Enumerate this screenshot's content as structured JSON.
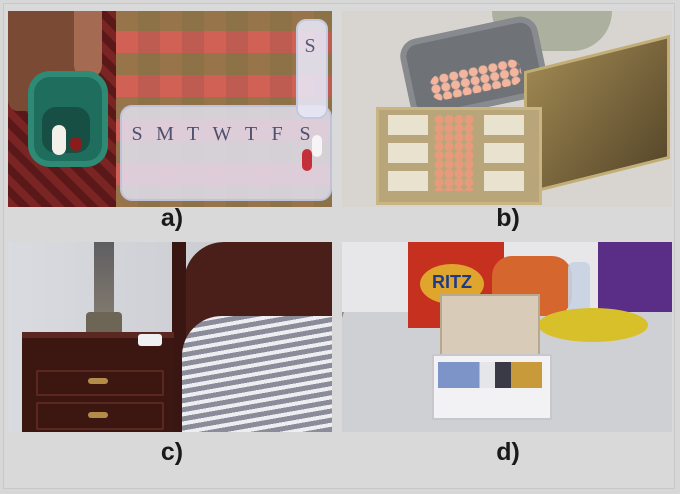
{
  "panels": [
    {
      "caption": "a)",
      "content": "pill organizers"
    },
    {
      "caption": "b)",
      "content": "pill case"
    },
    {
      "caption": "c)",
      "content": "nightstand"
    },
    {
      "caption": "d)",
      "content": "box of medication"
    }
  ],
  "organizer_days": [
    "S",
    "M",
    "T",
    "W",
    "T",
    "F",
    "S"
  ],
  "organizer_lid_text": "S",
  "box_brand_text": "RITZ",
  "colors": {
    "background": "#d9d9d9",
    "caption": "#1a1a1a"
  }
}
